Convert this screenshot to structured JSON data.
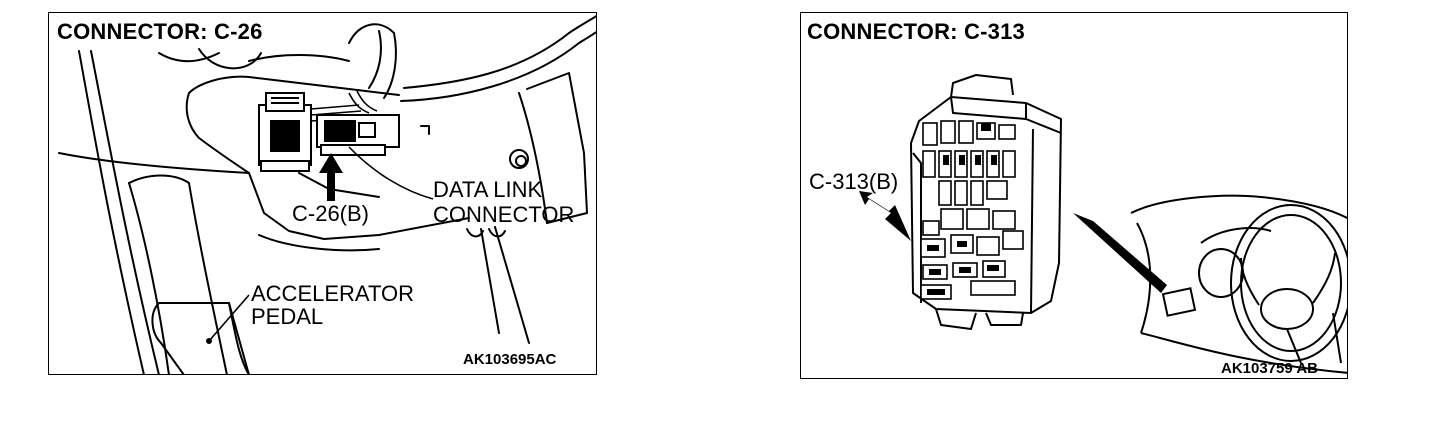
{
  "left_panel": {
    "title": "CONNECTOR: C-26",
    "labels": {
      "connector_id": "C-26(B)",
      "data_link_line1": "DATA  LINK",
      "data_link_line2": "CONNECTOR",
      "pedal_line1": "ACCELERATOR",
      "pedal_line2": "PEDAL"
    },
    "figure_code": "AK103695AC"
  },
  "right_panel": {
    "title": "CONNECTOR: C-313",
    "labels": {
      "connector_id": "C-313(B)"
    },
    "figure_code": "AK103759 AB"
  }
}
